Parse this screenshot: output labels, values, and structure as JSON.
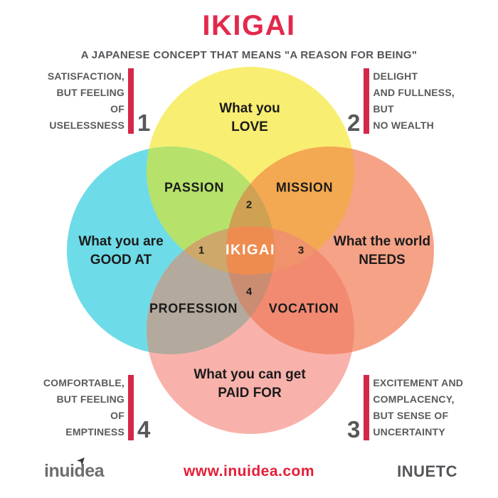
{
  "header": {
    "title": "IKIGAI",
    "subtitle": "A JAPANESE CONCEPT THAT MEANS \"A REASON FOR BEING\""
  },
  "colors": {
    "title_red": "#e2294b",
    "accent_bar_red": "#d4274a",
    "url_red": "#e41d36",
    "gray_text": "#58585a",
    "circle_love": "#f8ee71",
    "circle_good_at": "#6edce8",
    "circle_needs": "#f5a287",
    "circle_paid_for": "#f8b2ab",
    "overlap_passion": "#b6e26b",
    "overlap_mission": "#f3a951",
    "overlap_profession": "#b3a99c",
    "overlap_vocation": "#f28a71",
    "overlap_center": "#ee8c50",
    "lens_1": "#cda86a",
    "lens_2": "#cfa153",
    "lens_3": "#f0926b",
    "lens_4": "#ca8d71"
  },
  "diagram": {
    "circles": {
      "love": {
        "line1": "What you",
        "line2": "LOVE"
      },
      "good_at": {
        "line1": "What you are",
        "line2": "GOOD AT"
      },
      "needs": {
        "line1": "What the world",
        "line2": "NEEDS"
      },
      "paid_for": {
        "line1": "What you can get",
        "line2": "PAID FOR"
      }
    },
    "overlaps": {
      "passion": "PASSION",
      "mission": "MISSION",
      "profession": "PROFESSION",
      "vocation": "VOCATION",
      "center": "IKIGAI"
    },
    "markers": {
      "m1": "1",
      "m2": "2",
      "m3": "3",
      "m4": "4"
    }
  },
  "annotations": {
    "top_left": {
      "number": "1",
      "lines": [
        "SATISFACTION,",
        "BUT FEELING",
        "OF",
        "USELESSNESS"
      ]
    },
    "top_right": {
      "number": "2",
      "lines": [
        "DELIGHT",
        "AND FULLNESS,",
        "BUT",
        "NO WEALTH"
      ]
    },
    "bottom_left": {
      "number": "4",
      "lines": [
        "COMFORTABLE,",
        "BUT FEELING",
        "OF",
        "EMPTINESS"
      ]
    },
    "bottom_right": {
      "number": "3",
      "lines": [
        "EXCITEMENT AND",
        "COMPLACENCY,",
        "BUT SENSE OF",
        "UNCERTAINTY"
      ]
    }
  },
  "footer": {
    "logo": "inuidea",
    "url": "www.inuidea.com",
    "brand": "INUETC"
  }
}
